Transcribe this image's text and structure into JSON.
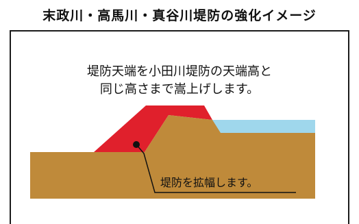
{
  "title": "末政川・高馬川・真谷川堤防の強化イメージ",
  "caption": {
    "line1": "堤防天端を小田川堤防の天端高と",
    "line2": "同じ高さまで嵩上げします。"
  },
  "callout": "堤防を拡幅します。",
  "colors": {
    "levee_existing": "#bf8a3a",
    "levee_extension": "#e0202c",
    "water": "#9fd7ec",
    "line": "#111111"
  }
}
